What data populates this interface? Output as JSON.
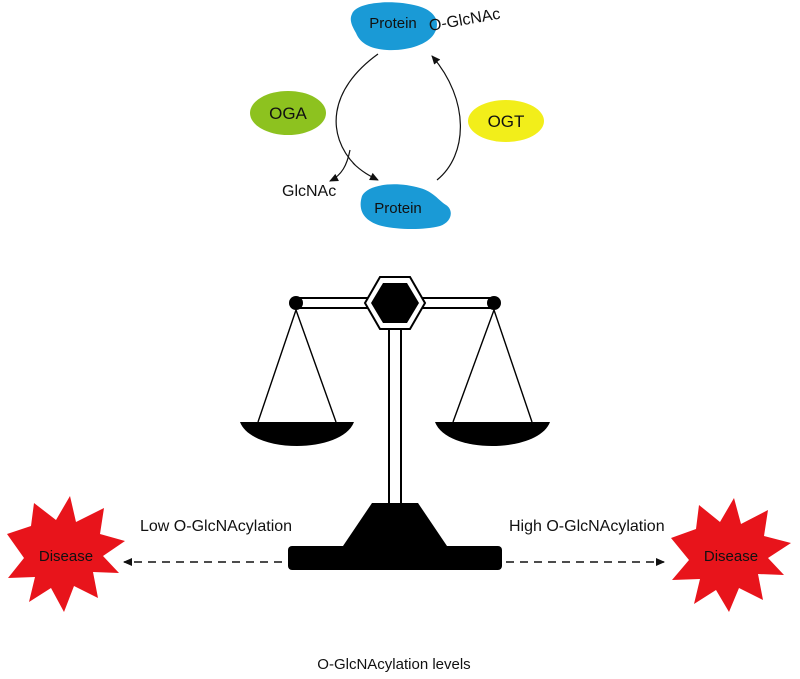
{
  "cycle": {
    "top_protein": {
      "label": "Protein",
      "modification": "O-GlcNAc"
    },
    "bottom_protein": {
      "label": "Protein"
    },
    "removed_group": "GlcNAc",
    "enzymes": [
      {
        "id": "oga",
        "label": "OGA",
        "color": "#8dc21f"
      },
      {
        "id": "ogt",
        "label": "OGT",
        "color": "#f2ee1a"
      }
    ]
  },
  "balance": {
    "left_label": "Low O-GlcNAcylation",
    "right_label": "High O-GlcNAcylation",
    "axis_label": "O-GlcNAcylation levels"
  },
  "outcomes": {
    "left": "Disease",
    "right": "Disease"
  },
  "colors": {
    "protein": "#1a9ad6",
    "disease": "#e8141b",
    "scale": "#000000"
  }
}
